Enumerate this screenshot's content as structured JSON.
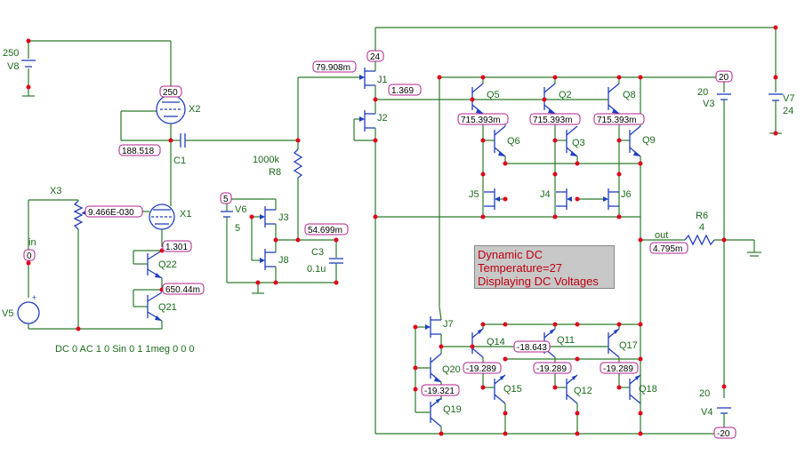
{
  "info_box": {
    "line1": "Dynamic DC",
    "line2": "Temperature=27",
    "line3": "Displaying DC Voltages"
  },
  "sources": {
    "v8": {
      "name": "V8",
      "value": "250"
    },
    "v6": {
      "name": "V6",
      "value": "5"
    },
    "v7": {
      "name": "V7",
      "value": "24"
    },
    "v3": {
      "name": "V3",
      "value": "20"
    },
    "v4": {
      "name": "V4",
      "value": "20"
    },
    "v5": {
      "name": "V5",
      "spec": "DC 0 AC 1 0 Sin 0 1 1meg 0 0 0"
    }
  },
  "components": {
    "x1": "X1",
    "x2": "X2",
    "x3": "X3",
    "c1": "C1",
    "c3": "C3",
    "c3_value": "0.1u",
    "r8": "R8",
    "r8_value": "1000k",
    "r6": "R6",
    "r6_value": "4",
    "j1": "J1",
    "j2": "J2",
    "j3": "J3",
    "j4": "J4",
    "j5": "J5",
    "j6": "J6",
    "j7": "J7",
    "j8": "J8",
    "q2": "Q2",
    "q3": "Q3",
    "q5": "Q5",
    "q6": "Q6",
    "q8": "Q8",
    "q9": "Q9",
    "q11": "Q11",
    "q12": "Q12",
    "q14": "Q14",
    "q15": "Q15",
    "q17": "Q17",
    "q18": "Q18",
    "q19": "Q19",
    "q20": "Q20",
    "q21": "Q21",
    "q22": "Q22"
  },
  "net_labels": {
    "in": "in",
    "out": "out"
  },
  "voltages": {
    "v_250_top": "250",
    "v_250_x2": "250",
    "v_188": "188.518",
    "v_x3": "9.466E-030",
    "v_in": "0",
    "v_1301": "1.301",
    "v_650": "650.44m",
    "v_5": "5",
    "v_54": "54.699m",
    "v_79": "79.908m",
    "v_24": "24",
    "v_1369": "1.369",
    "v_715a": "715.393m",
    "v_715b": "715.393m",
    "v_715c": "715.393m",
    "v_20": "20",
    "v_out": "4.795m",
    "v_m18": "-18.643",
    "v_m19a": "-19.289",
    "v_m19b": "-19.289",
    "v_m19c": "-19.289",
    "v_m19321": "-19.321",
    "v_m20": "-20"
  }
}
